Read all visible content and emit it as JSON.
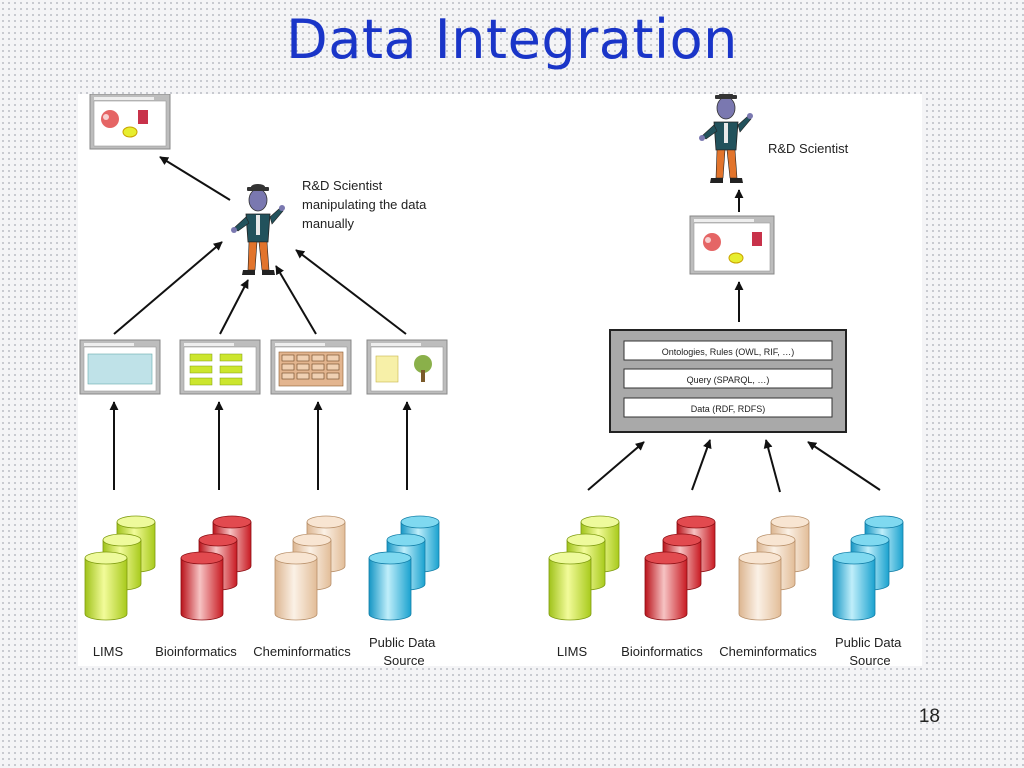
{
  "slide": {
    "title": "Data Integration",
    "number": "18"
  },
  "left_panel": {
    "scientist_caption": [
      "R&D Scientist",
      "manipulating the data",
      "manually"
    ],
    "sources": [
      {
        "label": [
          "LIMS"
        ],
        "color": "lime"
      },
      {
        "label": [
          "Bioinformatics"
        ],
        "color": "red"
      },
      {
        "label": [
          "Cheminformatics"
        ],
        "color": "peach"
      },
      {
        "label": [
          "Public Data",
          "Source"
        ],
        "color": "cyan"
      }
    ]
  },
  "right_panel": {
    "scientist_caption": "R&D Scientist",
    "stack_layers": [
      "Ontologies, Rules (OWL, RIF, …)",
      "Query (SPARQL, …)",
      "Data (RDF, RDFS)"
    ],
    "sources": [
      {
        "label": [
          "LIMS"
        ],
        "color": "lime"
      },
      {
        "label": [
          "Bioinformatics"
        ],
        "color": "red"
      },
      {
        "label": [
          "Cheminformatics"
        ],
        "color": "peach"
      },
      {
        "label": [
          "Public Data",
          "Source"
        ],
        "color": "cyan"
      }
    ]
  },
  "colors": {
    "title": "#1a35c8",
    "lime": "#d6ef3c",
    "red": "#d8262b",
    "peach": "#f2d3b4",
    "cyan": "#2fb8dc"
  }
}
